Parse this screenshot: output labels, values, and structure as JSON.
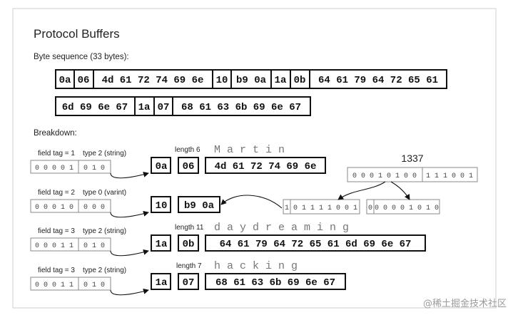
{
  "title": "Protocol Buffers",
  "byte_sequence_label": "Byte sequence (33 bytes):",
  "byte_rows": [
    [
      "0a",
      "06",
      "4d 61 72 74 69 6e",
      "10",
      "b9 0a",
      "1a",
      "0b",
      "64 61 79 64 72 65 61"
    ],
    [
      "6d 69 6e 67",
      "1a",
      "07",
      "68 61 63 6b 69 6e 67"
    ]
  ],
  "breakdown_label": "Breakdown:",
  "fields": [
    {
      "field_tag_label": "field tag = 1",
      "type_label": "type 2 (string)",
      "tag_bits": "0 0 0 0 1",
      "type_bits": "0 1 0",
      "tag_byte": "0a",
      "length_label": "length 6",
      "length_byte": "06",
      "value_chars": "M a r t i n",
      "value_bytes": "4d 61 72 74 69 6e"
    },
    {
      "field_tag_label": "field tag = 2",
      "type_label": "type 0 (varint)",
      "tag_bits": "0 0 0 1 0",
      "type_bits": "0 0 0",
      "tag_byte": "10",
      "value_bytes": "b9 0a",
      "varint_value": "1337",
      "varint_bits_high": "0 0 0 1 0 1 0 0",
      "varint_bits_low": "1 1 1 0 0 1",
      "varint_byte1_msb": "1",
      "varint_byte1_bits": "0 1 1 1 1 0 0 1",
      "varint_byte2_msb": "0",
      "varint_byte2_bits": "0 0 0 0 1 0 1 0"
    },
    {
      "field_tag_label": "field tag = 3",
      "type_label": "type 2 (string)",
      "tag_bits": "0 0 0 1 1",
      "type_bits": "0 1 0",
      "tag_byte": "1a",
      "length_label": "length 11",
      "length_byte": "0b",
      "value_chars": "d a y d r e a m i n g",
      "value_bytes": "64 61 79 64 72 65 61 6d 69 6e 67"
    },
    {
      "field_tag_label": "field tag = 3",
      "type_label": "type 2 (string)",
      "tag_bits": "0 0 0 1 1",
      "type_bits": "0 1 0",
      "tag_byte": "1a",
      "length_label": "length 7",
      "length_byte": "07",
      "value_chars": "h a c k i n g",
      "value_bytes": "68 61 63 6b 69 6e 67"
    }
  ],
  "watermark": "@稀土掘金技术社区"
}
